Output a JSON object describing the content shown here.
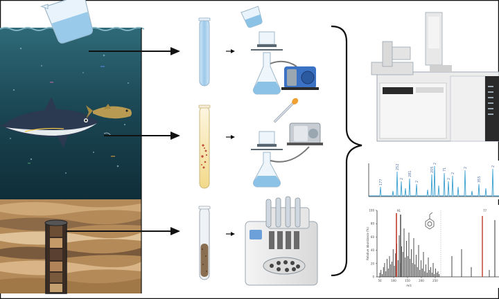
{
  "chromatogram": {
    "peak_labels": [
      "177",
      "252",
      "2",
      "281",
      "2",
      "205",
      "2",
      "71",
      "2",
      "2",
      "2",
      "355",
      "2"
    ]
  },
  "mass_spectrum": {
    "y_axis_label": "Relative abundance (%)",
    "x_axis_label": "m/z",
    "y_ticks": [
      "100",
      "80",
      "60",
      "40",
      "20",
      "0"
    ],
    "x_ticks": [
      "50",
      "100",
      "150",
      "200",
      "250"
    ],
    "peak_labels": [
      "91",
      "77"
    ]
  },
  "colors": {
    "water": "#1b4a5a",
    "sediment": "#b98d5a",
    "frame": "#111111",
    "chromatogram_line": "#3aa0d0",
    "spectrum_highlight": "#c0392b"
  }
}
